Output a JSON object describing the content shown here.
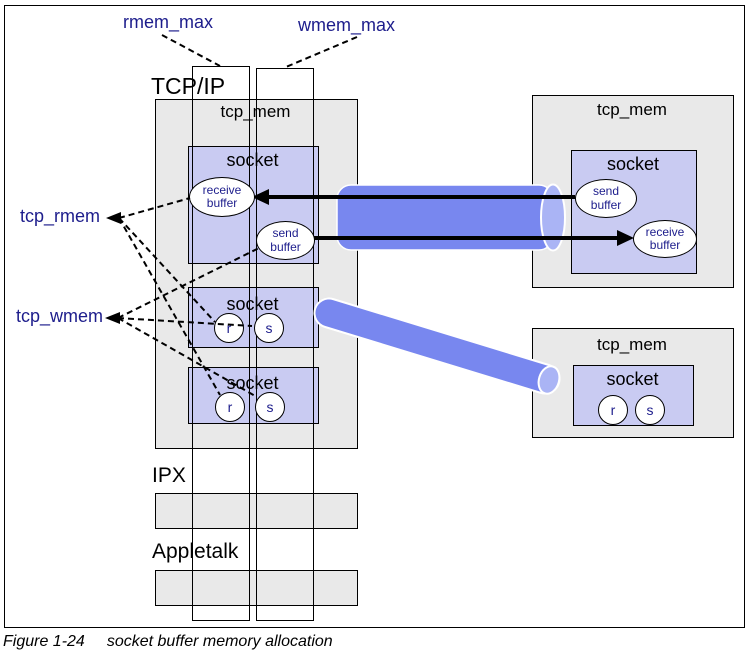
{
  "tunables": {
    "rmem_max": "rmem_max",
    "wmem_max": "wmem_max",
    "tcp_rmem": "tcp_rmem",
    "tcp_wmem": "tcp_wmem"
  },
  "local_stack": {
    "tcpip": {
      "label": "TCP/IP",
      "pool_label": "tcp_mem",
      "socket_a": {
        "label": "socket",
        "receive_buffer": {
          "line1": "receive",
          "line2": "buffer"
        },
        "send_buffer": {
          "line1": "send",
          "line2": "buffer"
        }
      },
      "socket_b": {
        "label": "socket",
        "receive_abbr": "r",
        "send_abbr": "s"
      },
      "socket_c": {
        "label": "socket",
        "receive_abbr": "r",
        "send_abbr": "s"
      }
    },
    "ipx": {
      "label": "IPX"
    },
    "appletalk": {
      "label": "Appletalk"
    }
  },
  "remote_hosts": {
    "top": {
      "pool_label": "tcp_mem",
      "socket": {
        "label": "socket",
        "send_buffer": {
          "line1": "send",
          "line2": "buffer"
        },
        "receive_buffer": {
          "line1": "receive",
          "line2": "buffer"
        }
      }
    },
    "bottom": {
      "pool_label": "tcp_mem",
      "socket": {
        "label": "socket",
        "receive_abbr": "r",
        "send_abbr": "s"
      }
    }
  },
  "caption": {
    "figure_number": "Figure 1-24",
    "title": "socket buffer memory allocation"
  },
  "colors": {
    "pool_fill": "#e9e9e9",
    "socket_fill": "#c9cbf2",
    "pipe_blue": "#7887ef",
    "pipe_cap": "#aab4f5",
    "label_navy": "#1d1d8c"
  }
}
